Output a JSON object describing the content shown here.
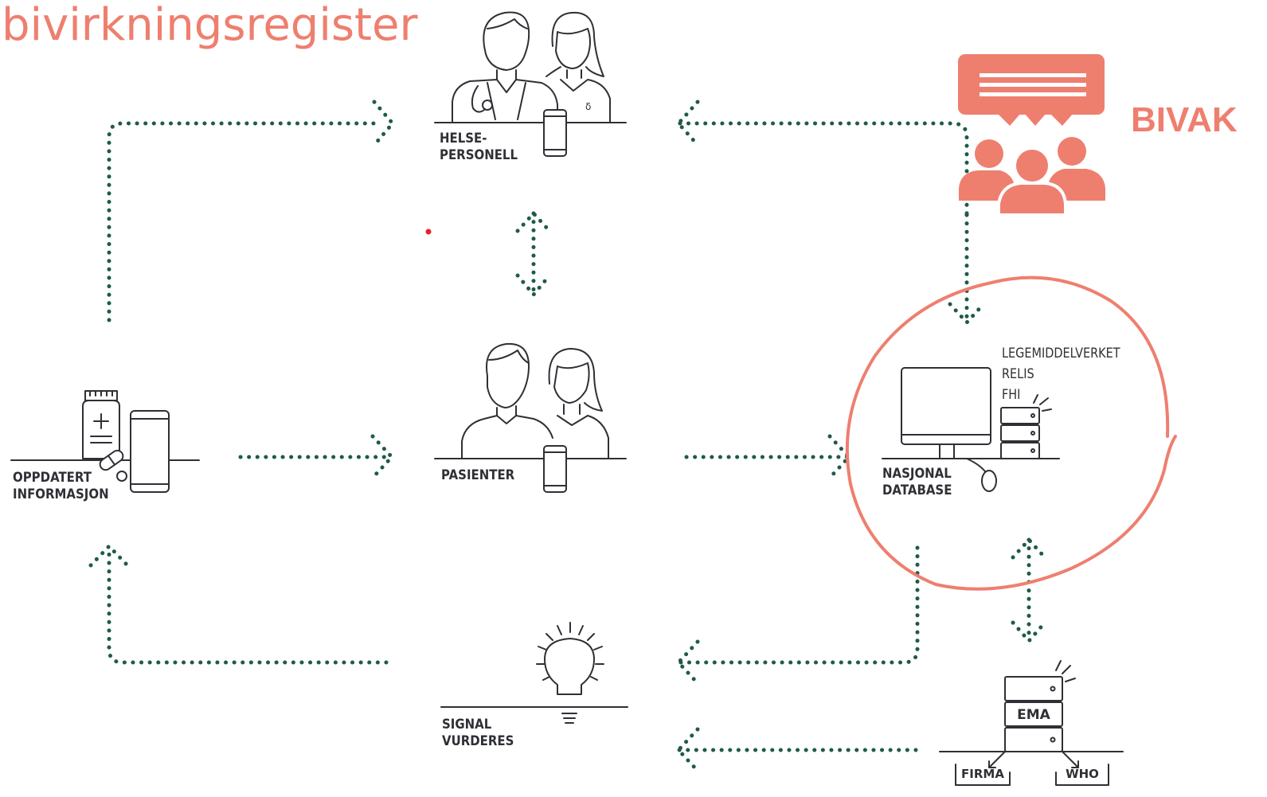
{
  "title": "bivirkningsregister",
  "bivak_label": "BIVAK",
  "nodes": {
    "helsepersonell": [
      "HELSE-",
      "PERSONELL"
    ],
    "pasienter": "PASIENTER",
    "oppdatert": [
      "OPPDATERT",
      "INFORMASJON"
    ],
    "nasjonal": [
      "NASJONAL",
      "DATABASE"
    ],
    "signal": [
      "SIGNAL",
      "VURDERES"
    ],
    "agencies": [
      "LEGEMIDDELVERKET",
      "RELIS",
      "FHI"
    ],
    "ema": "EMA",
    "firma": "FIRMA",
    "who": "WHO"
  },
  "colors": {
    "accent": "#ee7f6f",
    "arrow": "#1f5a4a",
    "line": "#2e3035"
  }
}
